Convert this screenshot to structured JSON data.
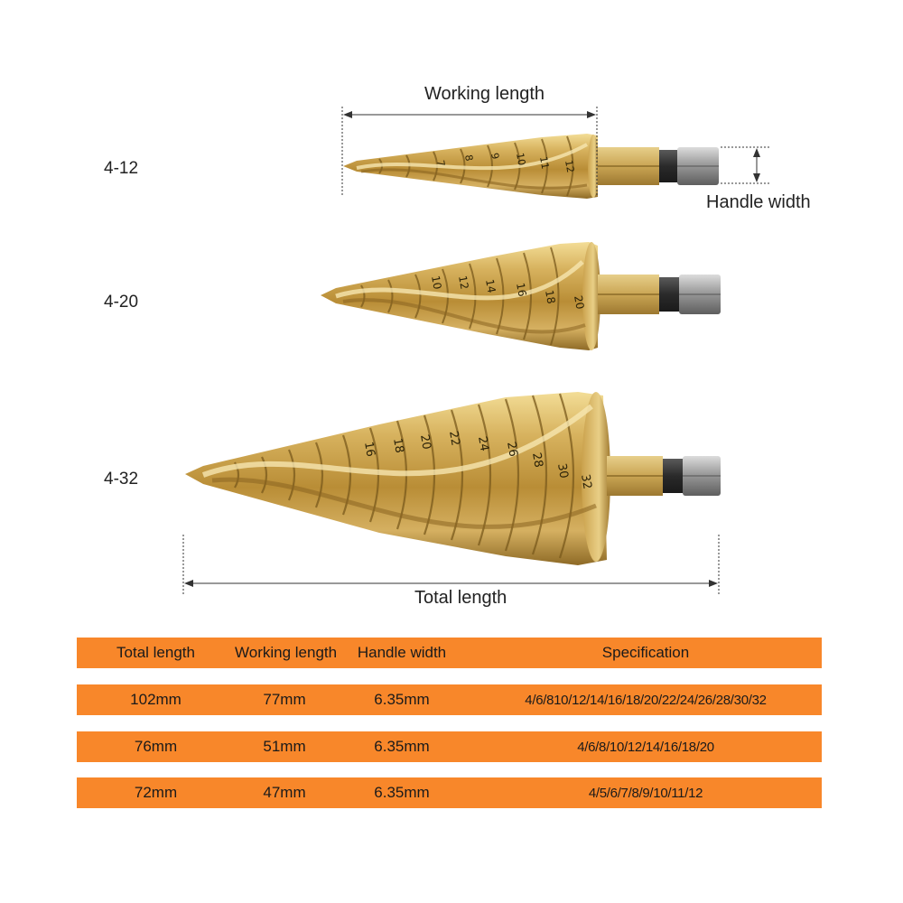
{
  "bits": [
    {
      "label": "4-12",
      "markings": [
        "7",
        "8",
        "9",
        "10",
        "11",
        "12"
      ]
    },
    {
      "label": "4-20",
      "markings": [
        "10",
        "12",
        "14",
        "16",
        "18",
        "20"
      ]
    },
    {
      "label": "4-32",
      "markings": [
        "16",
        "18",
        "20",
        "22",
        "24",
        "26",
        "28",
        "30",
        "32"
      ]
    }
  ],
  "dimensions": {
    "working_length": "Working length",
    "handle_width": "Handle width",
    "total_length": "Total length"
  },
  "table": {
    "headers": [
      "Total length",
      "Working length",
      "Handle width",
      "Specification"
    ],
    "rows": [
      [
        "102mm",
        "77mm",
        "6.35mm",
        "4/6/810/12/14/16/18/20/22/24/26/28/30/32"
      ],
      [
        "76mm",
        "51mm",
        "6.35mm",
        "4/6/8/10/12/14/16/18/20"
      ],
      [
        "72mm",
        "47mm",
        "6.35mm",
        "4/5/6/7/8/9/10/11/12"
      ]
    ]
  },
  "colors": {
    "table_bg": "#f8872a",
    "gold": "#c9a24a",
    "steel": "#9a9a9a"
  }
}
